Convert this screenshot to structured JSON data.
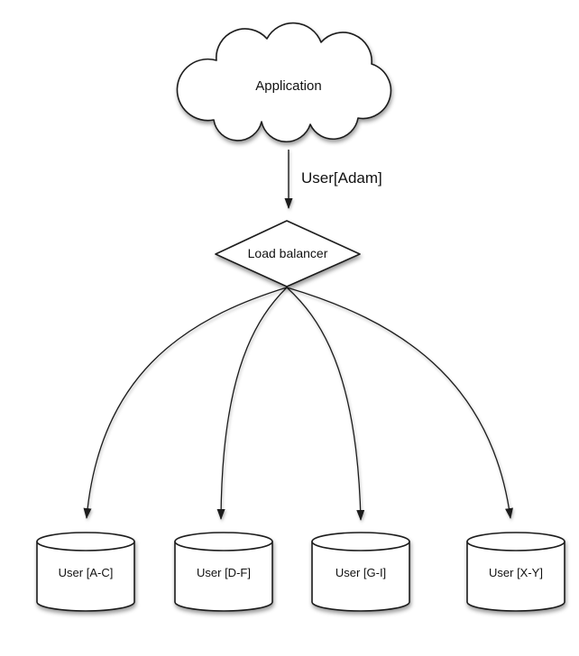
{
  "diagram": {
    "application_node": {
      "label": "Application",
      "shape": "cloud"
    },
    "request_edge": {
      "label": "User[Adam]"
    },
    "load_balancer_node": {
      "label": "Load balancer",
      "shape": "diamond"
    },
    "shard_nodes": [
      {
        "label": "User [A-C]",
        "shape": "cylinder"
      },
      {
        "label": "User [D-F]",
        "shape": "cylinder"
      },
      {
        "label": "User [G-I]",
        "shape": "cylinder"
      },
      {
        "label": "User [X-Y]",
        "shape": "cylinder"
      }
    ],
    "colors": {
      "background": "#ffffff",
      "node_fill": "#ffffff",
      "stroke": "#1c1c1c",
      "text": "#111111"
    }
  }
}
